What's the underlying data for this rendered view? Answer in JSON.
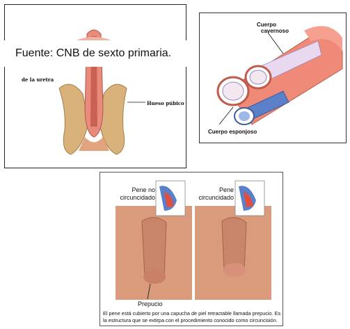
{
  "caption": "Fuente: CNB de sexto primaria.",
  "panel1": {
    "urethra_label": "de la uretra",
    "bone_label": "Hueso púbico"
  },
  "panel2": {
    "cavernoso_line1": "Cuerpo",
    "cavernoso_line2": "cavernoso",
    "esponjoso_label": "Cuerpo esponjoso"
  },
  "panel3": {
    "left_line1": "Pene no",
    "left_line2": "circuncidado",
    "right_line1": "Pene",
    "right_line2": "circuncidado",
    "prepucio_label": "Prepucio",
    "description": "El pene está cubierto por una capucha de piel retractable llamada prepucio. Es la estructura que se extirpa con el procedimiento conocido como circuncisión."
  },
  "colors": {
    "skin": "#e8a07a",
    "tissue_pink": "#f08a78",
    "bone": "#d8b27a",
    "blue": "#5b7fc8"
  }
}
